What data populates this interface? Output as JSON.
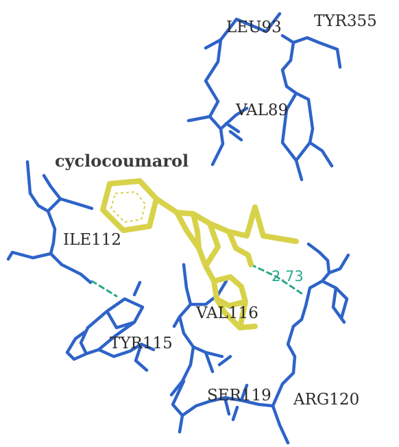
{
  "colors": {
    "protein": "#2e63c8",
    "ligand": "#d8d24a",
    "hbond": "#2aa889",
    "label": "#2b2b2b"
  },
  "ligand_name": "cyclocoumarol",
  "residues": [
    "LEU93",
    "TYR355",
    "VAL89",
    "ILE112",
    "VAL116",
    "TYR115",
    "SER119",
    "ARG120"
  ],
  "hbond_distance": "2.73"
}
